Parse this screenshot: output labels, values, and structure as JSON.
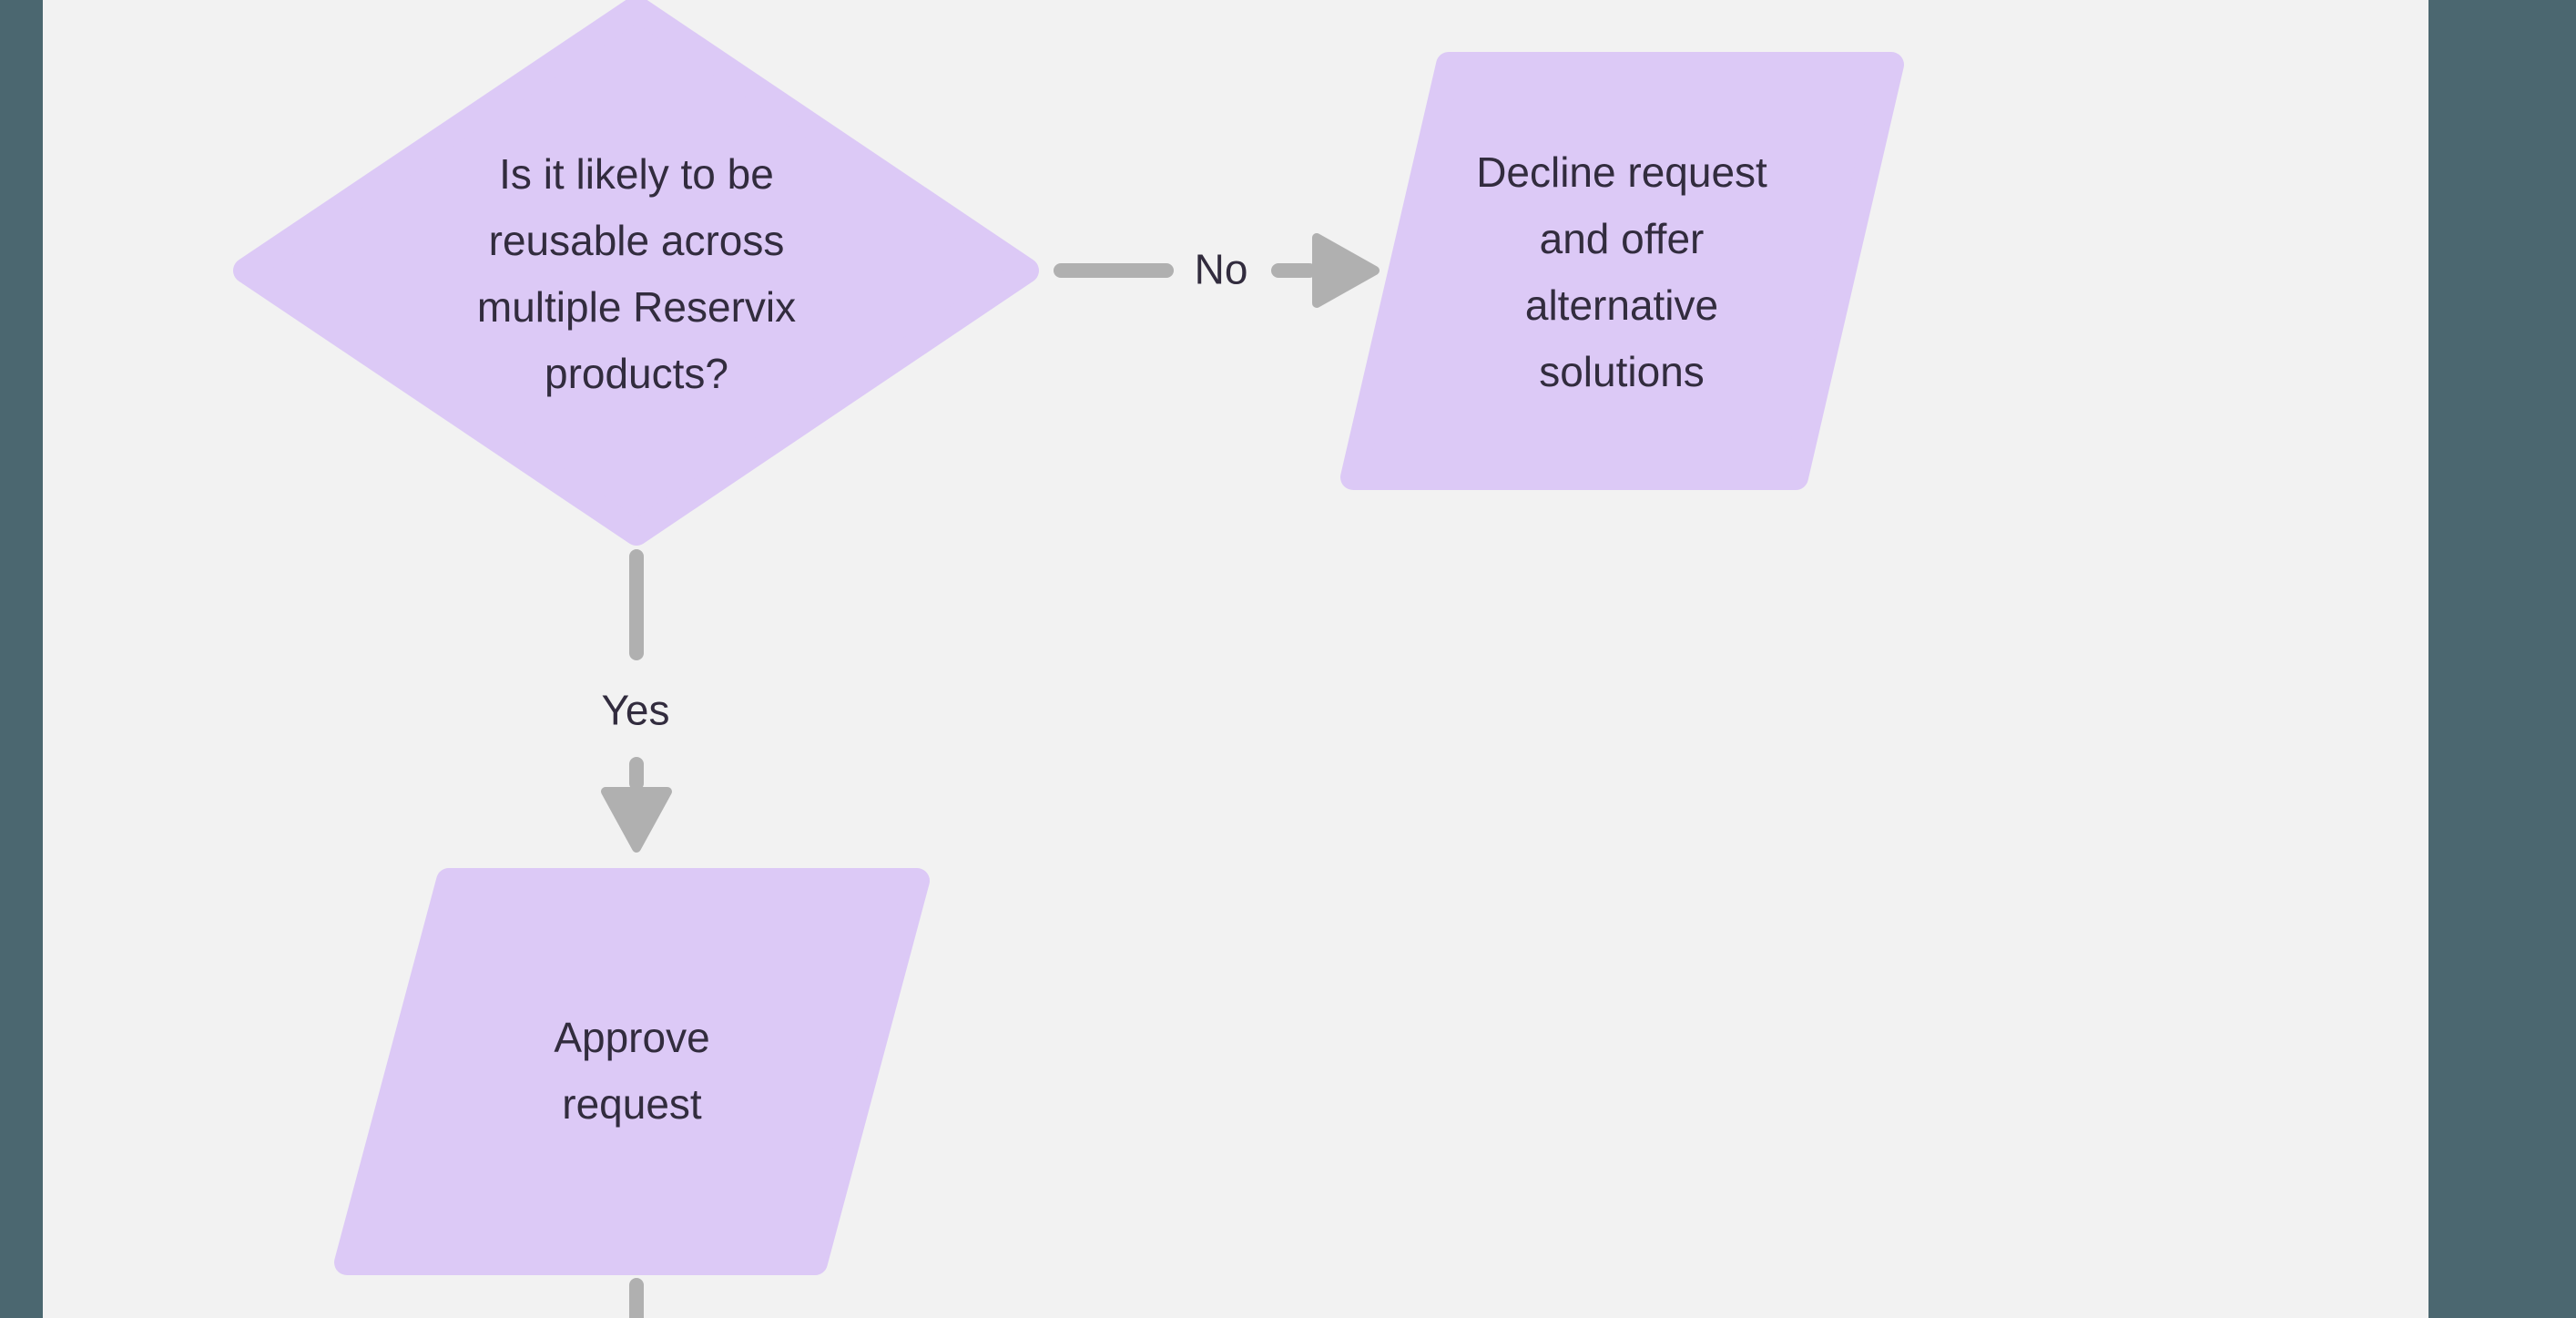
{
  "diagram": {
    "type": "flowchart",
    "colors": {
      "canvas_background": "#f2f2f2",
      "edge_bar": "#4b6770",
      "node_fill": "#dcc9f6",
      "connector": "#b0b0b0",
      "text": "#322c3e"
    },
    "nodes": {
      "decision": {
        "shape": "diamond",
        "label_lines": [
          "Is it likely to be",
          "reusable across",
          "multiple Reservix",
          "products?"
        ]
      },
      "decline": {
        "shape": "parallelogram",
        "label_lines": [
          "Decline request",
          "and offer",
          "alternative",
          "solutions"
        ]
      },
      "approve": {
        "shape": "parallelogram",
        "label_lines": [
          "Approve",
          "request"
        ]
      }
    },
    "edges": [
      {
        "from": "decision",
        "to": "decline",
        "label": "No"
      },
      {
        "from": "decision",
        "to": "approve",
        "label": "Yes"
      },
      {
        "from": "approve",
        "to": "offscreen-below"
      }
    ]
  }
}
